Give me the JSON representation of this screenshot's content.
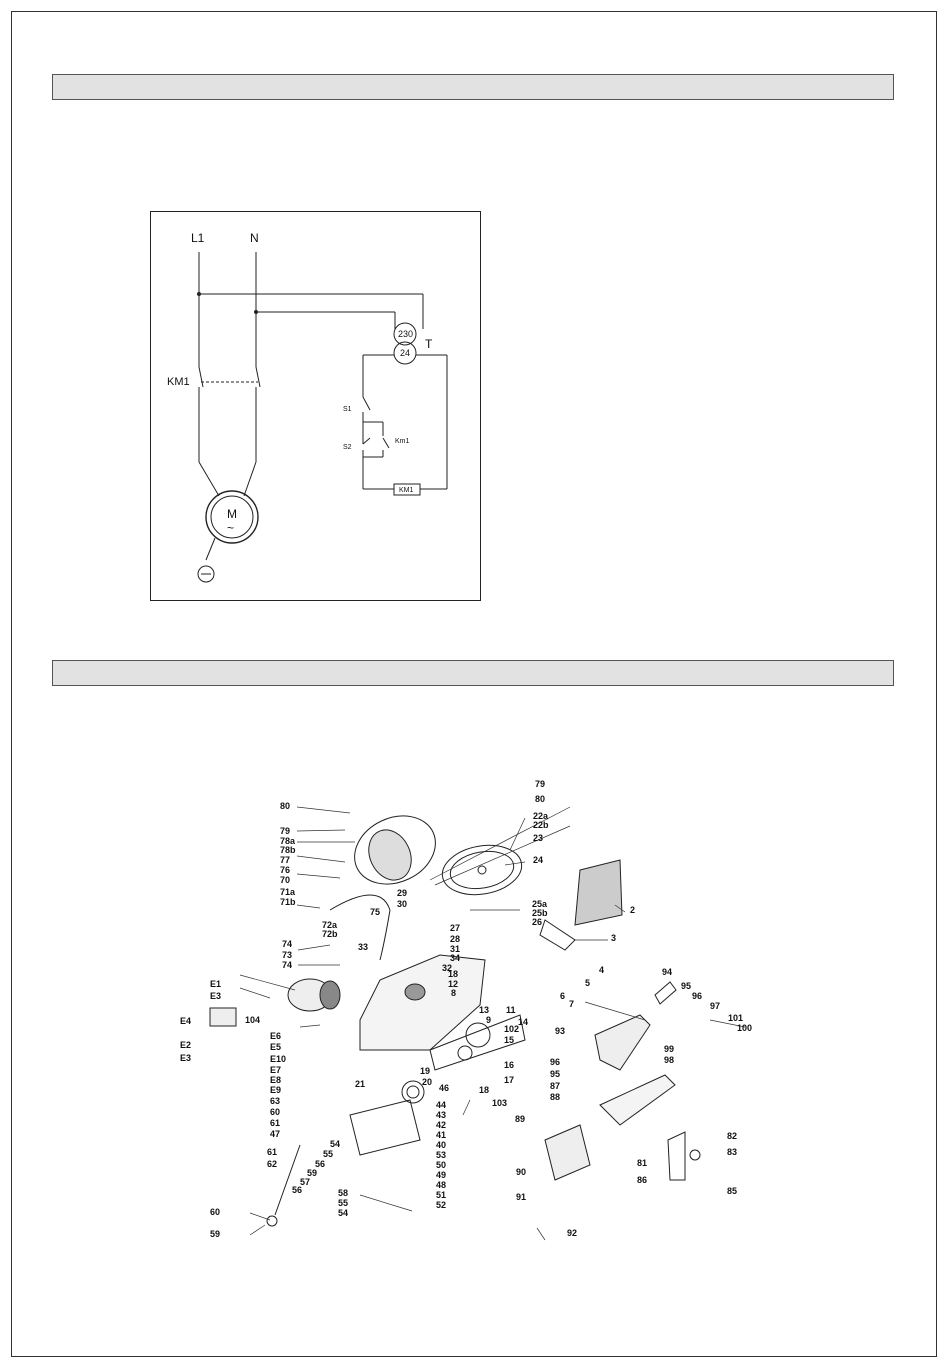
{
  "wiring": {
    "L1": "L1",
    "N": "N",
    "KM1_contact": "KM1",
    "T": "T",
    "primary": "230",
    "secondary": "24",
    "S1": "S1",
    "S2": "S2",
    "KM1_aux": "Km1",
    "coil": "KM1",
    "motor": "M",
    "motor_symbol": "~"
  },
  "parts": {
    "p79a": "79",
    "p80a": "80",
    "p80b": "80",
    "p79b": "79",
    "p78a": "78a",
    "p78b": "78b",
    "p77": "77",
    "p76": "76",
    "p70": "70",
    "p71a": "71a",
    "p71b": "71b",
    "p72a": "72a",
    "p72b": "72b",
    "p33": "33",
    "p74a": "74",
    "p73": "73",
    "p74b": "74",
    "p75": "75",
    "p22a": "22a",
    "p22b": "22b",
    "p23": "23",
    "p24": "24",
    "p29": "29",
    "p30": "30",
    "p27": "27",
    "p28": "28",
    "p31": "31",
    "p34": "34",
    "p32": "32",
    "p25a": "25a",
    "p25b": "25b",
    "p26": "26",
    "p2": "2",
    "p3": "3",
    "p4": "4",
    "p5": "5",
    "p18a": "18",
    "p12": "12",
    "p8": "8",
    "p6": "6",
    "p7": "7",
    "p11": "11",
    "p14": "14",
    "p13": "13",
    "p9": "9",
    "p102": "102",
    "p15": "15",
    "p16": "16",
    "p17": "17",
    "p18b": "18",
    "pE1": "E1",
    "pE3a": "E3",
    "pE4": "E4",
    "pE2": "E2",
    "pE3b": "E3",
    "p104": "104",
    "pE6": "E6",
    "pE5": "E5",
    "pE10": "E10",
    "pE7": "E7",
    "pE8": "E8",
    "pE9": "E9",
    "p21": "21",
    "p19": "19",
    "p20": "20",
    "p46": "46",
    "p63": "63",
    "p60a": "60",
    "p61a": "61",
    "p47": "47",
    "p44": "44",
    "p43": "43",
    "p42": "42",
    "p41": "41",
    "p40": "40",
    "p103": "103",
    "p61b": "61",
    "p54a": "54",
    "p55a": "55",
    "p62": "62",
    "p56a": "56",
    "p59a": "59",
    "p57": "57",
    "p56b": "56",
    "p58": "58",
    "p55b": "55",
    "p54b": "54",
    "p53": "53",
    "p50": "50",
    "p49": "49",
    "p48": "48",
    "p51": "51",
    "p52": "52",
    "p60b": "60",
    "p59b": "59",
    "p94": "94",
    "p95a": "95",
    "p96a": "96",
    "p97": "97",
    "p101": "101",
    "p100": "100",
    "p93": "93",
    "p99": "99",
    "p98": "98",
    "p96b": "96",
    "p95b": "95",
    "p87": "87",
    "p88": "88",
    "p89": "89",
    "p90": "90",
    "p91": "91",
    "p92": "92",
    "p82": "82",
    "p83": "83",
    "p81": "81",
    "p86": "86",
    "p85": "85"
  }
}
